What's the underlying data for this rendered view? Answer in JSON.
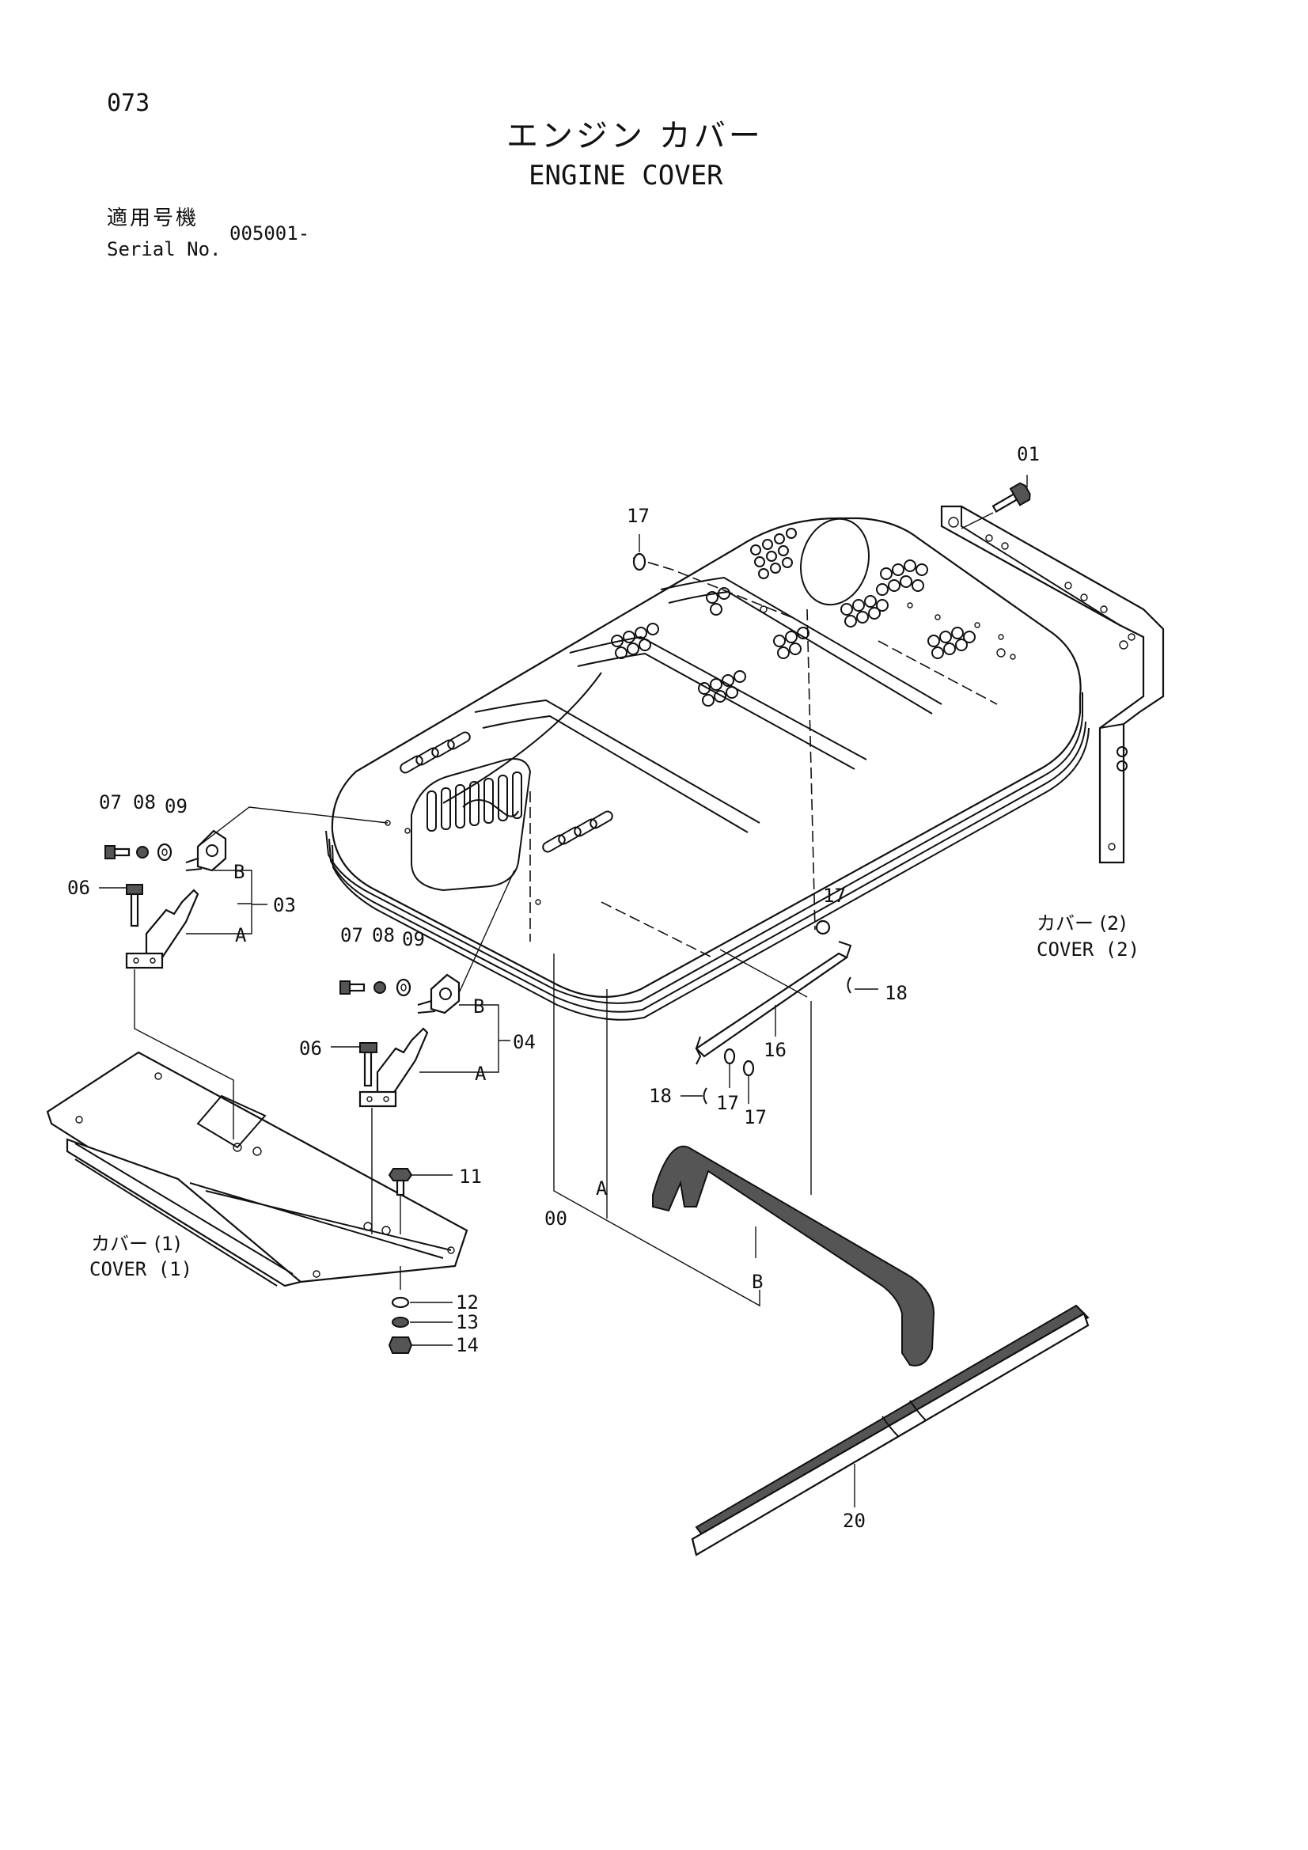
{
  "page_number": "073",
  "title": {
    "ja": "エンジン カバー",
    "en": "ENGINE COVER"
  },
  "serial": {
    "label_ja": "適用号機",
    "label_en": "Serial No.",
    "value": "005001-"
  },
  "callouts": {
    "p00": "00",
    "p01": "01",
    "p03": "03",
    "p04": "04",
    "p06": "06",
    "p07": "07",
    "p08": "08",
    "p09": "09",
    "p11": "11",
    "p12": "12",
    "p13": "13",
    "p14": "14",
    "p16": "16",
    "p17": "17",
    "p18": "18",
    "p20": "20",
    "ref_a": "A",
    "ref_b": "B"
  },
  "subassemblies": {
    "cover1": {
      "ja": "カバー (1)",
      "en": "COVER (1)"
    },
    "cover2": {
      "ja": "カバー (2)",
      "en": "COVER (2)"
    }
  },
  "icons": [
    "bolt-icon",
    "washer-icon",
    "nut-icon",
    "latch-icon",
    "hinge-bracket-icon",
    "seal-strip-icon"
  ]
}
